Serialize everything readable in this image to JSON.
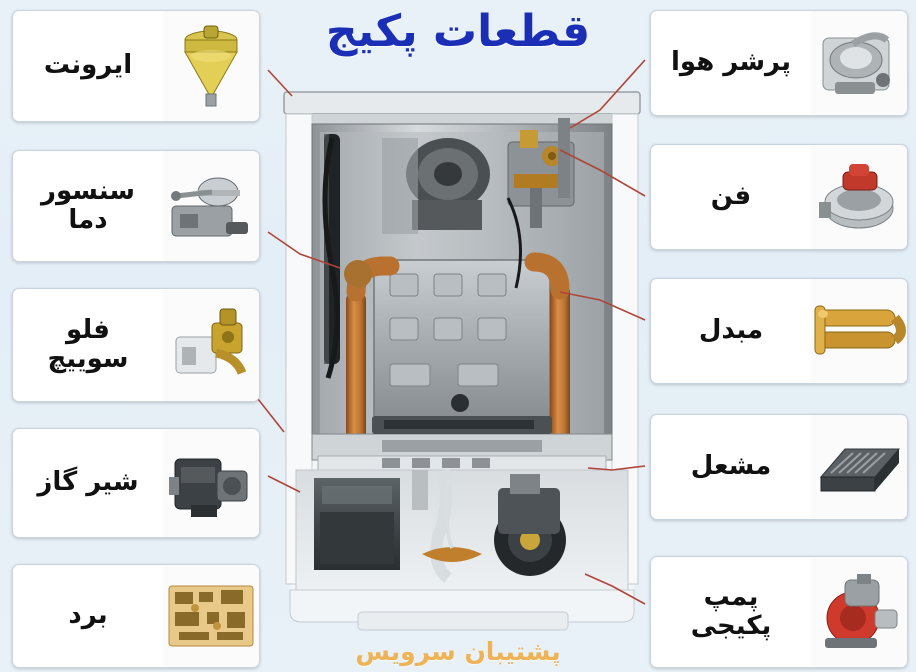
{
  "title": "قطعات پکیج",
  "watermark": "پشتیبان سرویس",
  "colors": {
    "title_blue": "#1a2fb5",
    "watermark_orange": "#f0a83c",
    "background": "#eaf2f8",
    "card_bg": "#ffffff",
    "card_border": "#c9d4de",
    "leader_line": "#b0443a"
  },
  "left_labels": [
    {
      "id": "air-vent",
      "text": "ایرونت",
      "icon": "air-vent-icon"
    },
    {
      "id": "temp-sensor",
      "text": "سنسور\nدما",
      "icon": "temperature-sensor-icon"
    },
    {
      "id": "flow-switch",
      "text": "فلو\nسوییچ",
      "icon": "flow-switch-icon"
    },
    {
      "id": "gas-valve",
      "text": "شیر گاز",
      "icon": "gas-valve-icon"
    },
    {
      "id": "board",
      "text": "برد",
      "icon": "control-board-icon"
    }
  ],
  "right_labels": [
    {
      "id": "air-pressure",
      "text": "پرشر هوا",
      "icon": "air-pressure-switch-icon"
    },
    {
      "id": "fan",
      "text": "فن",
      "icon": "fan-icon"
    },
    {
      "id": "heat-exchanger",
      "text": "مبدل",
      "icon": "heat-exchanger-icon"
    },
    {
      "id": "burner",
      "text": "مشعل",
      "icon": "burner-icon"
    },
    {
      "id": "pump",
      "text": "پمپ\nپکیجی",
      "icon": "pump-icon"
    }
  ],
  "center_image": {
    "name": "boiler-cutaway-photo",
    "description": "نمای داخلی پکیج دیواری"
  }
}
